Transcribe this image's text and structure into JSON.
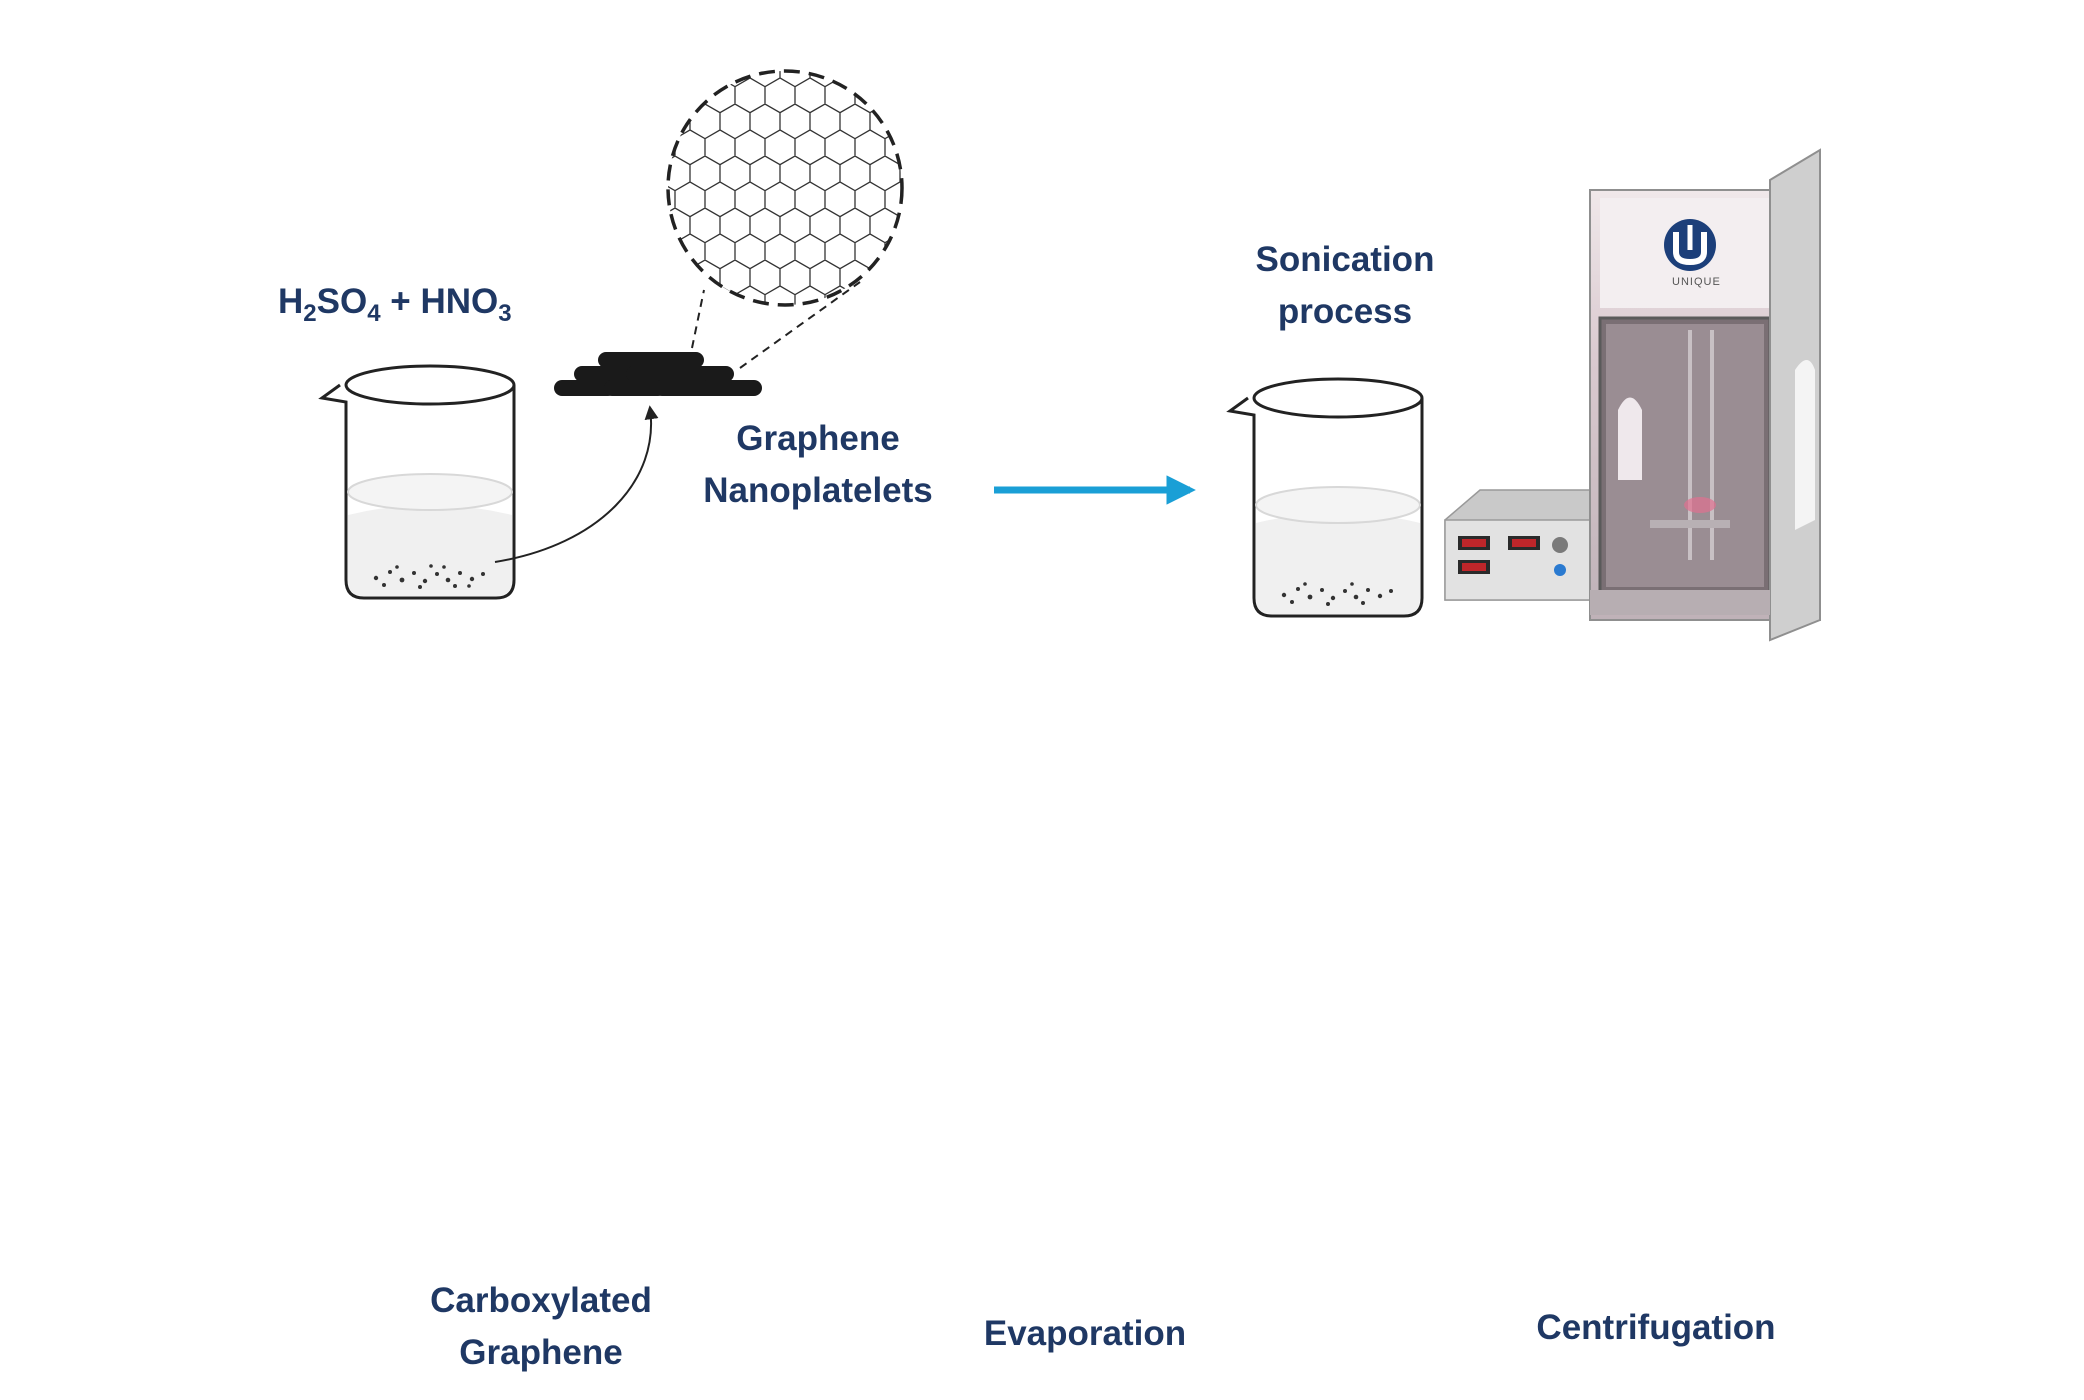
{
  "reagent": {
    "formula_parts": [
      {
        "t": "H"
      },
      {
        "s": "2"
      },
      {
        "t": "SO"
      },
      {
        "s": "4"
      },
      {
        "t": " + HNO"
      },
      {
        "s": "3"
      }
    ]
  },
  "labels": {
    "graphene_nanoplatelets": [
      "Graphene",
      "Nanoplatelets"
    ],
    "sonication": [
      "Sonication",
      "process"
    ],
    "carboxylated": [
      "Carboxylated",
      "Graphene"
    ],
    "evaporation": "Evaporation",
    "centrifugation": "Centrifugation"
  },
  "sonicator_brand": "UNIQUE",
  "colors": {
    "label_text": "#1f3864",
    "flow_arrow": "#1a9fd6",
    "carboxyl_groups": "#e01818",
    "outline": "#222222"
  }
}
